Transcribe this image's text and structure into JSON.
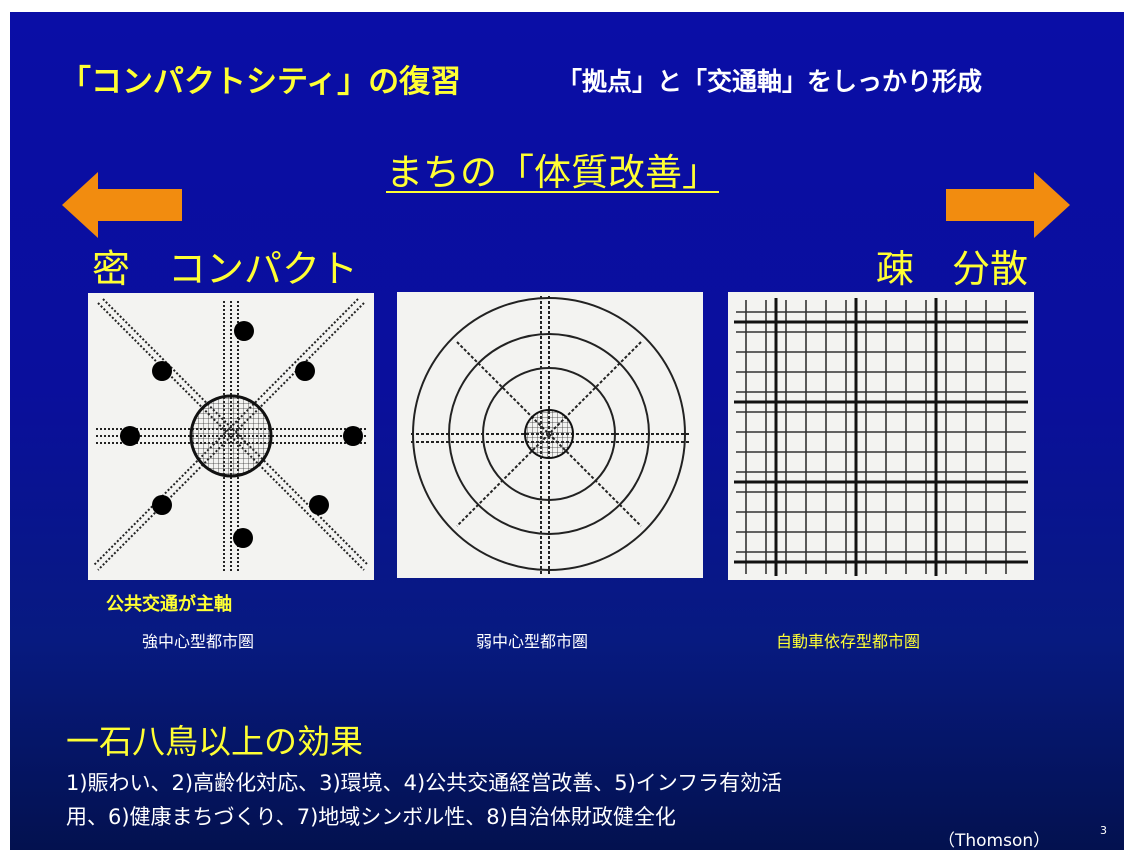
{
  "header": {
    "title_main": "「コンパクトシティ」の復習",
    "title_sub": "「拠点」と「交通軸」をしっかり形成"
  },
  "subtitle": "まちの「体質改善」",
  "scale": {
    "left_label": "密　コンパクト",
    "right_label": "疎　分散",
    "arrow_color": "#f28c0f"
  },
  "diagrams": [
    {
      "caption": "強中心型都市圏"
    },
    {
      "caption": "弱中心型都市圏"
    },
    {
      "caption": "自動車依存型都市圏"
    }
  ],
  "note_transit": "公共交通が主軸",
  "effects": {
    "title": "一石八鳥以上の効果",
    "line1": "1)賑わい、2)高齢化対応、3)環境、4)公共交通経営改善、5)インフラ有効活",
    "line2": "用、6)健康まちづくり、7)地域シンボル性、8)自治体財政健全化"
  },
  "credit": "（Thomson）",
  "page_number": "3",
  "colors": {
    "background": "#0a0ea6",
    "heading": "#ffff33",
    "body_text": "#ffffff"
  }
}
